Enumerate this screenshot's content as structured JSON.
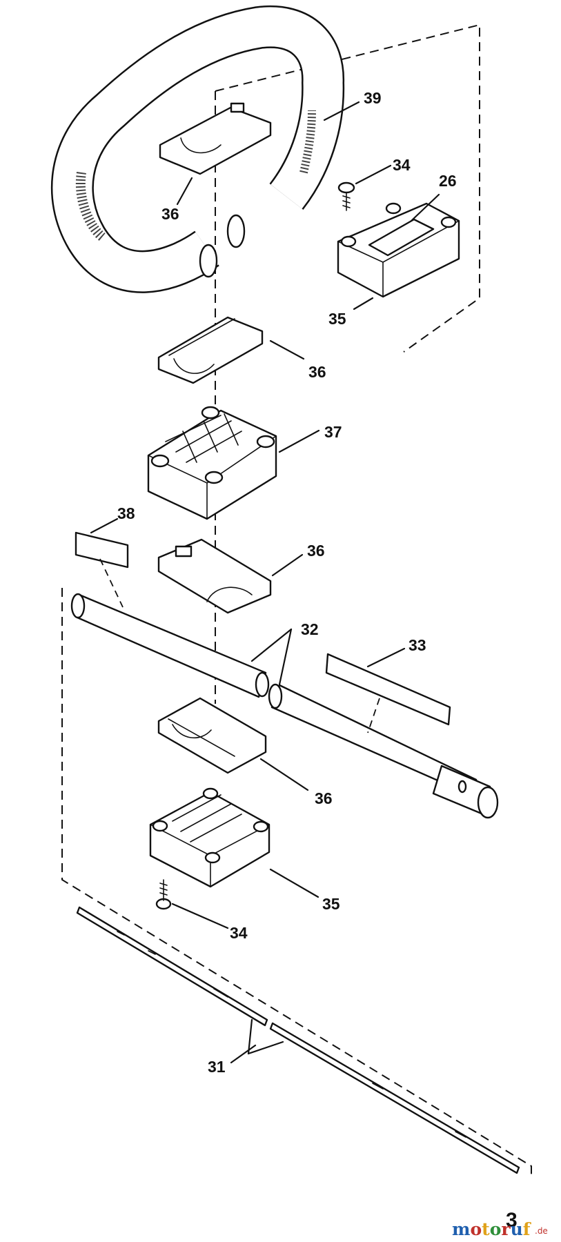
{
  "diagram": {
    "callouts": {
      "c39": "39",
      "c34a": "34",
      "c26": "26",
      "c36a": "36",
      "c35a": "35",
      "c36b": "36",
      "c37": "37",
      "c38": "38",
      "c36c": "36",
      "c32": "32",
      "c33": "33",
      "c36d": "36",
      "c35b": "35",
      "c34b": "34",
      "c31": "31"
    },
    "page_number": "3"
  },
  "watermark": {
    "parts": [
      "m",
      "o",
      "t",
      "o",
      "r",
      "u",
      "f"
    ],
    "colors": [
      "#1f5fae",
      "#c0312b",
      "#e0a21a",
      "#2f8f3a",
      "#c0312b",
      "#1f5fae",
      "#e0a21a"
    ],
    "suffix": ".de"
  }
}
